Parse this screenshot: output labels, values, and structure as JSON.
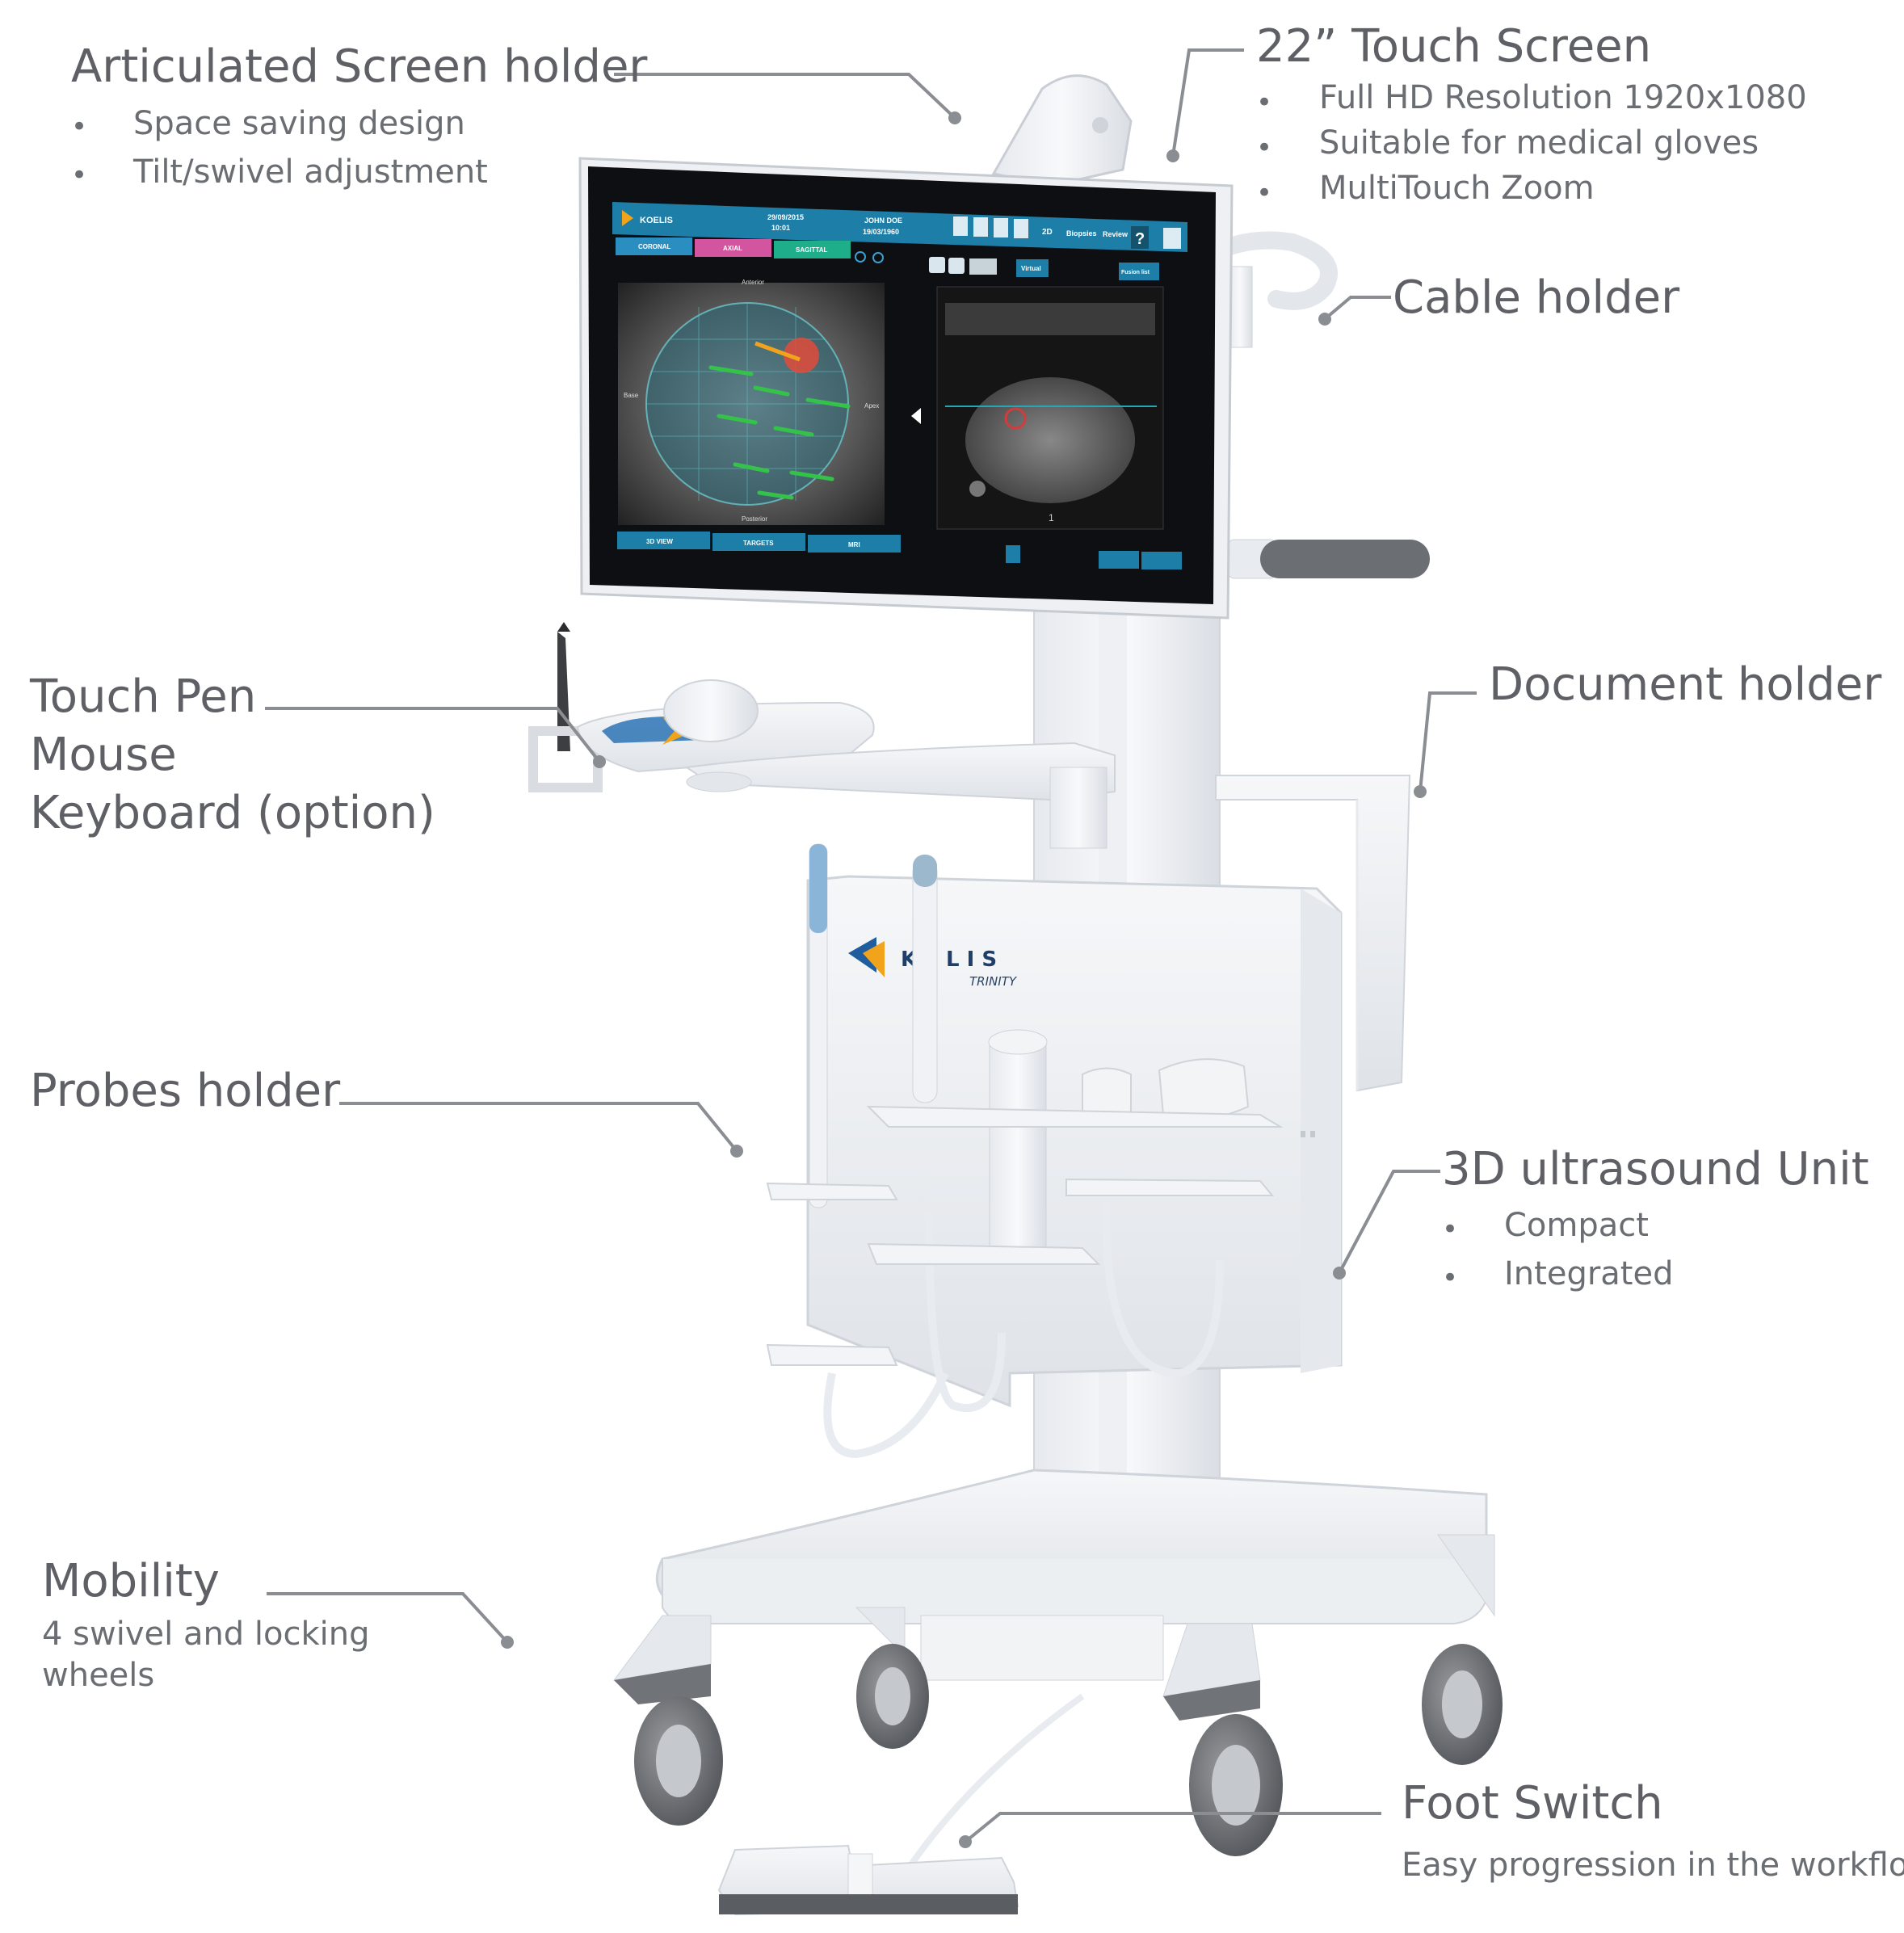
{
  "callouts": {
    "screen_holder": {
      "title": "Articulated Screen holder",
      "items": [
        "Space saving design",
        "Tilt/swivel adjustment"
      ]
    },
    "touch_screen": {
      "title": "22” Touch Screen",
      "items": [
        "Full HD Resolution 1920x1080",
        "Suitable for medical gloves",
        "MultiTouch Zoom"
      ]
    },
    "cable_holder": {
      "title": "Cable holder"
    },
    "input_devices": {
      "lines": [
        "Touch Pen",
        "Mouse",
        "Keyboard (option)"
      ]
    },
    "document_holder": {
      "title": "Document holder"
    },
    "probes_holder": {
      "title": "Probes holder"
    },
    "ultrasound_unit": {
      "title": "3D ultrasound Unit",
      "items": [
        "Compact",
        "Integrated"
      ]
    },
    "mobility": {
      "title": "Mobility",
      "lines": [
        "4 swivel and locking",
        "wheels"
      ]
    },
    "foot_switch": {
      "title": "Foot Switch",
      "subtitle": "Easy progression in the workflow"
    }
  },
  "device": {
    "brand": "K  E  L  I  S",
    "model": "TRINITY",
    "screen": {
      "logo": "KOELIS",
      "date": "29/09/2015",
      "time": "10:01",
      "patient_name": "JOHN DOE",
      "patient_dob": "19/03/1960",
      "mode_2d": "2D",
      "biopsies": "Biopsies",
      "review": "Review",
      "help": "?",
      "tabs": [
        "CORONAL",
        "AXIAL",
        "SAGITTAL"
      ],
      "view_buttons": [
        "3D VIEW",
        "TARGETS",
        "MRI"
      ],
      "virtual": "Virtual",
      "fusion": "Fusion list",
      "orient_anterior": "Anterior",
      "orient_posterior": "Posterior",
      "orient_base": "Base",
      "orient_apex": "Apex",
      "slice_index": "1"
    }
  },
  "colors": {
    "text": "#5e6066",
    "leader": "#8a8d92",
    "screen_header": "#1d7fa8",
    "tab_coronal": "#2a8fc0",
    "tab_axial": "#d4559f",
    "tab_sagittal": "#1fae8a",
    "brand_orange": "#f2a31c",
    "brand_blue": "#1f5d9e"
  }
}
